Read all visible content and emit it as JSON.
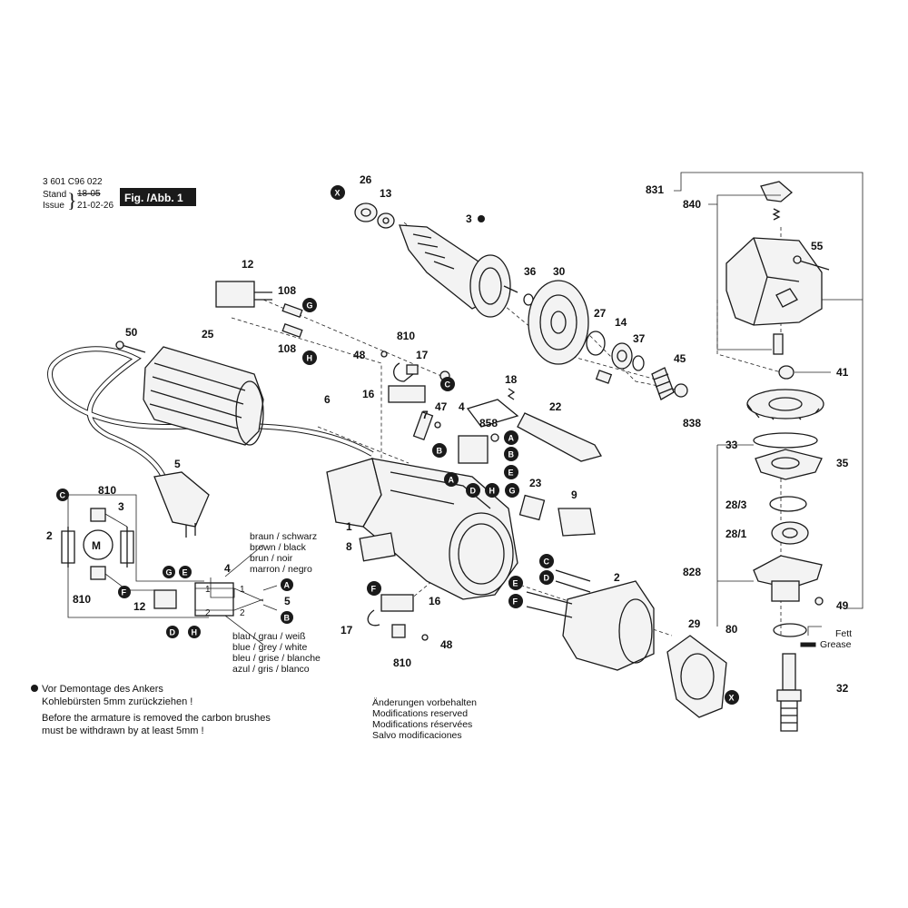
{
  "header": {
    "part_number": "3 601 C96 022",
    "stand_label": "Stand",
    "issue_label": "Issue",
    "stand_value": "18-05",
    "issue_value": "21-02-26",
    "figure_label": "Fig. /Abb. 1"
  },
  "part_labels": {
    "p26": "26",
    "p13": "13",
    "p3": "3",
    "p36": "36",
    "p30": "30",
    "p27": "27",
    "p14": "14",
    "p37": "37",
    "p45": "45",
    "p831": "831",
    "p840": "840",
    "p55": "55",
    "p41": "41",
    "p838": "838",
    "p33": "33",
    "p35": "35",
    "p28_3": "28/3",
    "p28_1": "28/1",
    "p828": "828",
    "p49": "49",
    "p80": "80",
    "p32": "32",
    "p12": "12",
    "p108a": "108",
    "p108b": "108",
    "p50": "50",
    "p25": "25",
    "p6": "6",
    "p5": "5",
    "p810a": "810",
    "p48a": "48",
    "p17a": "17",
    "p16a": "16",
    "p7": "7",
    "p47": "47",
    "p4": "4",
    "p858": "858",
    "p18": "18",
    "p22": "22",
    "p23": "23",
    "p9": "9",
    "p1": "1",
    "p8": "8",
    "p2": "2",
    "p29": "29",
    "p16b": "16",
    "p17b": "17",
    "p48b": "48",
    "p810b": "810"
  },
  "callouts": [
    "X",
    "G",
    "H",
    "C",
    "A",
    "B",
    "E",
    "D",
    "F"
  ],
  "schematic": {
    "motor_label": "M",
    "labels": {
      "c": "C",
      "s810a": "810",
      "s3": "3",
      "s2": "2",
      "s810b": "810",
      "f": "F",
      "g": "G",
      "e": "E",
      "s4": "4",
      "a": "A",
      "s5": "5",
      "b": "B",
      "s12": "12",
      "d": "D",
      "h": "H",
      "n1a": "1",
      "n1b": "1",
      "n2a": "2",
      "n2b": "2"
    },
    "wire_colors_top": [
      "braun  / schwarz",
      "brown  / black",
      "brun    / noir",
      "marron / negro"
    ],
    "wire_colors_bottom": [
      "blau / grau / weiß",
      "blue / grey / white",
      "bleu / grise / blanche",
      "azul / gris  / blanco"
    ]
  },
  "grease_label": [
    "Fett",
    "Grease"
  ],
  "note_de": [
    "Vor Demontage des Ankers",
    "Kohlebürsten 5mm zurückziehen !"
  ],
  "note_en": [
    "Before the armature is removed the carbon brushes",
    "must be withdrawn by at least 5mm !"
  ],
  "modifications": [
    "Änderungen vorbehalten",
    "Modifications reserved",
    "Modifications réservées",
    "Salvo modificaciones"
  ]
}
